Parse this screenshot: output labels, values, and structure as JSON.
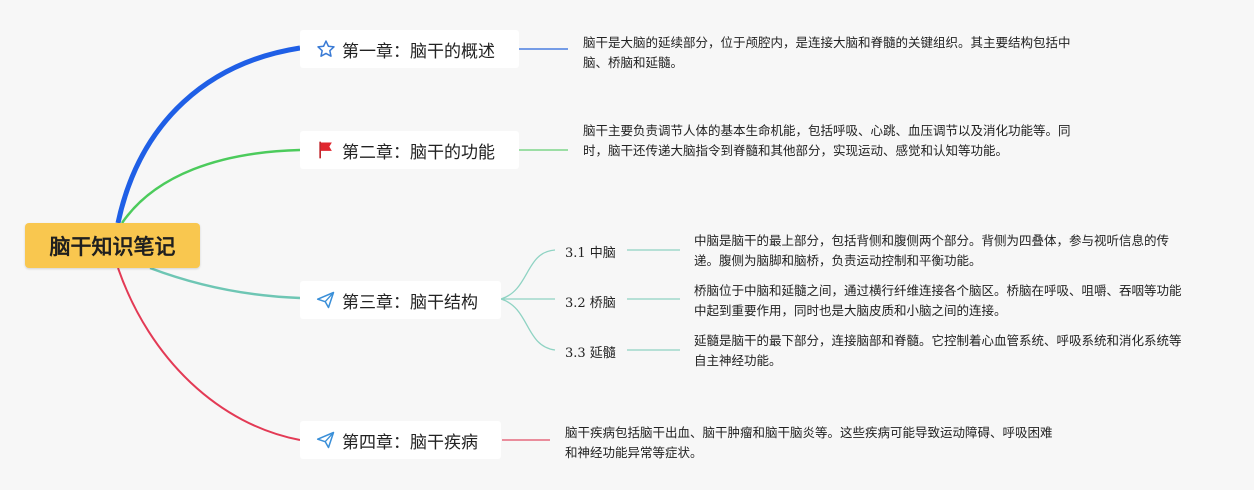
{
  "root": {
    "title": "脑干知识笔记"
  },
  "chapters": [
    {
      "title": "第一章：脑干的概述",
      "icon": "star-icon",
      "color": "#1f5fe6",
      "desc": "脑干是大脑的延续部分，位于颅腔内，是连接大脑和脊髓的关键组织。其主要结构包括中脑、桥脑和延髓。"
    },
    {
      "title": "第二章：脑干的功能",
      "icon": "flag-icon",
      "color": "#4ccb5c",
      "desc": "脑干主要负责调节人体的基本生命机能，包括呼吸、心跳、血压调节以及消化功能等。同时，脑干还传递大脑指令到脊髓和其他部分，实现运动、感觉和认知等功能。"
    },
    {
      "title": "第三章：脑干结构",
      "icon": "paper-plane-icon",
      "color": "#6ec6b4",
      "subs": [
        {
          "label": "3.1 中脑",
          "desc": "中脑是脑干的最上部分，包括背侧和腹侧两个部分。背侧为四叠体，参与视听信息的传递。腹侧为脑脚和脑桥，负责运动控制和平衡功能。"
        },
        {
          "label": "3.2 桥脑",
          "desc": "桥脑位于中脑和延髓之间，通过横行纤维连接各个脑区。桥脑在呼吸、咀嚼、吞咽等功能中起到重要作用，同时也是大脑皮质和小脑之间的连接。"
        },
        {
          "label": "3.3 延髓",
          "desc": "延髓是脑干的最下部分，连接脑部和脊髓。它控制着心血管系统、呼吸系统和消化系统等自主神经功能。"
        }
      ]
    },
    {
      "title": "第四章：脑干疾病",
      "icon": "paper-plane-icon",
      "color": "#e33a55",
      "desc": "脑干疾病包括脑干出血、脑干肿瘤和脑干脑炎等。这些疾病可能导致运动障碍、呼吸困难和神经功能异常等症状。"
    }
  ]
}
